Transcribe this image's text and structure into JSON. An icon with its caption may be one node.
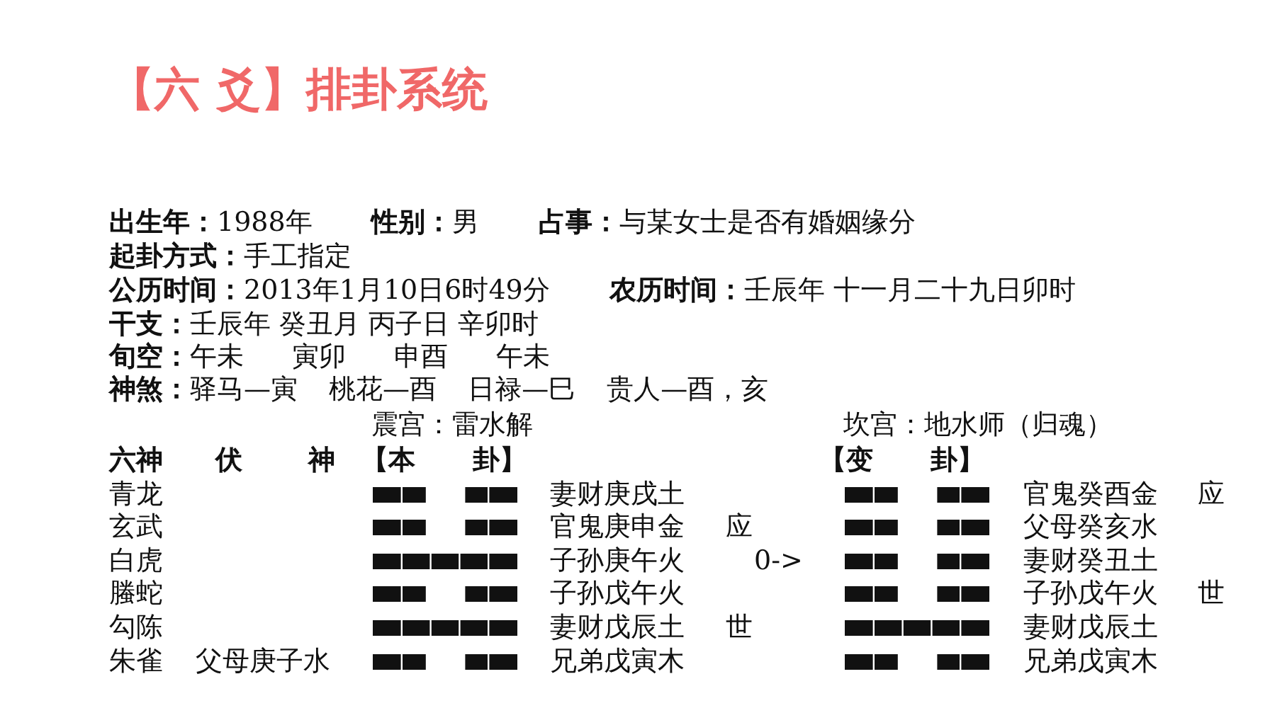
{
  "diagram": {
    "title": "【六 爻】排卦系统",
    "labels": [
      "**出生年：**1988年",
      "**性别：**男",
      "**占事：**与某女士是否有婚姻缘分",
      "**起卦方式：**手工指定",
      "**公历时间：**2013年1月10日6时49分",
      "**农历时间：**壬辰年 十一月二十九日卯时",
      "**干支：**壬辰年 癸丑月 丙子日 辛卯时",
      "**旬空：**午未 寅卯 申酉 午未",
      "**神煞：**驿马—寅 桃花—酉 日禄—巳 贵人—酉，亥",
      "震宫：雷水解",
      "坎宫：地水师（归魂）",
      "六神",
      "伏 神",
      "【本 卦】",
      "【变 卦】",
      "青龙",
      "妻财庚戌土",
      "官鬼癸酉金",
      "应",
      "玄武",
      "官鬼庚申金",
      "应",
      "父母癸亥水",
      "白虎",
      "子孙庚午火",
      "0->",
      "妻财癸丑土",
      "螣蛇",
      "子孙戊午火",
      "子孙戊午火",
      "世",
      "勾陈",
      "妻财戊辰土",
      "世",
      "妻财戊辰土",
      "朱雀",
      "父母庚子水",
      "兄弟戊寅木",
      "兄弟戊寅木"
    ]
  }
}
